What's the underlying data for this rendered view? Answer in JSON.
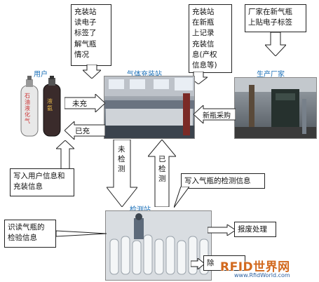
{
  "labels": {
    "user": "用户",
    "station": "气体充装站",
    "factory": "生产厂家",
    "inspection": "检测站"
  },
  "boxes": {
    "station_read": "充装站\n读电子\n标签了\n解气瓶\n情况",
    "station_record": "充装站\n在新瓶\n上记录\n充装信\n息(产权\n信息等)",
    "factory_tag": "厂家在新气瓶\n上贴电子标签",
    "write_user": "写入用户信息和\n充装信息",
    "write_check": "写入气瓶的检测信息",
    "read_check": "识读气瓶的\n检验信息",
    "scrap": "报废处理",
    "remove_partial": "除"
  },
  "arrows": {
    "not_filled": "未充",
    "filled": "已充",
    "new_purchase": "新瓶采购",
    "not_checked": "未检测",
    "checked": "已检测"
  },
  "cylinder_text": {
    "white": "石油液化气",
    "dark": "液氨"
  },
  "watermark": {
    "brand": "RFID世界网",
    "url": "www.RfidWorld.com"
  },
  "colors": {
    "label_blue": "#1a6fb8",
    "stroke": "#222222",
    "watermark_orange": "#d2691e"
  }
}
